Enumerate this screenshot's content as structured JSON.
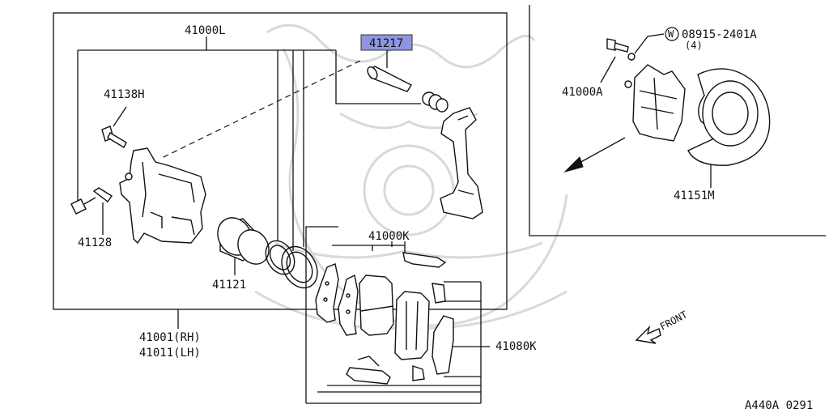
{
  "diagram_code": "A440A 0291",
  "highlight_color": "#8f95e0",
  "labels": {
    "caliper_assembly": "41000L",
    "pin": "41217",
    "bolt_lower": "41138H",
    "bleeder": "41128",
    "piston": "41121",
    "caliper_rh": "41001(RH)",
    "caliper_lh": "41011(LH)",
    "pad_kit": "41000K",
    "shim_kit": "41080K",
    "inset_caliper": "41000A",
    "inset_bolt_symbol": "W",
    "inset_bolt": "08915-2401A",
    "inset_bolt_qty": "(4)",
    "baffle": "41151M",
    "front": "FRONT"
  }
}
